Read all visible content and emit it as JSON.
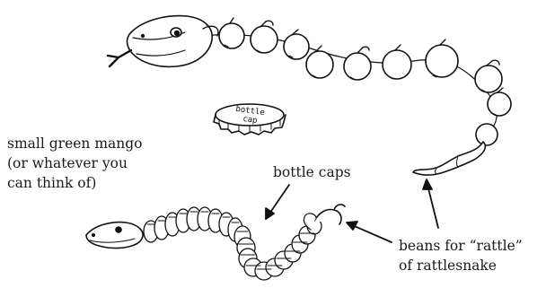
{
  "labels": {
    "mango": [
      "small green mango",
      "(or whatever you",
      "can think of)"
    ],
    "caps": "bottle caps",
    "beans": [
      "beans for “rattle”",
      "of rattlesnake"
    ]
  },
  "cap_text": [
    "bottle",
    "cap"
  ],
  "colors": {
    "ink": "#111111",
    "paper": "#ffffff"
  }
}
